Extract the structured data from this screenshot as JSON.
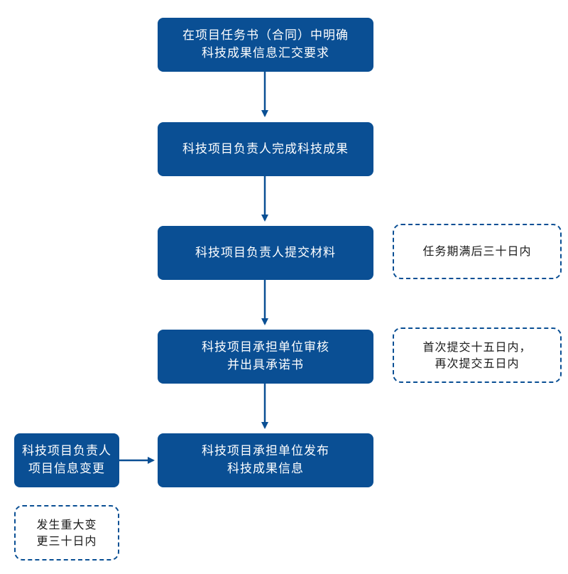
{
  "colors": {
    "box_fill": "#0a4f94",
    "box_text": "#ffffff",
    "note_border": "#0a4f94",
    "note_text": "#1a1a1a",
    "arrow": "#0a4f94"
  },
  "steps": [
    {
      "lines": [
        "在项目任务书（合同）中明确",
        "科技成果信息汇交要求"
      ]
    },
    {
      "lines": [
        "科技项目负责人完成科技成果"
      ]
    },
    {
      "lines": [
        "科技项目负责人提交材料"
      ]
    },
    {
      "lines": [
        "科技项目承担单位审核",
        "并出具承诺书"
      ]
    },
    {
      "lines": [
        "科技项目承担单位发布",
        "科技成果信息"
      ]
    }
  ],
  "side_box": {
    "lines": [
      "科技项目负责人",
      "项目信息变更"
    ]
  },
  "notes": {
    "submit_deadline": {
      "lines": [
        "任务期满后三十日内"
      ]
    },
    "review_deadline": {
      "lines": [
        "首次提交十五日内，",
        "再次提交五日内"
      ]
    },
    "change_deadline": {
      "lines": [
        "发生重大变",
        "更三十日内"
      ]
    }
  }
}
